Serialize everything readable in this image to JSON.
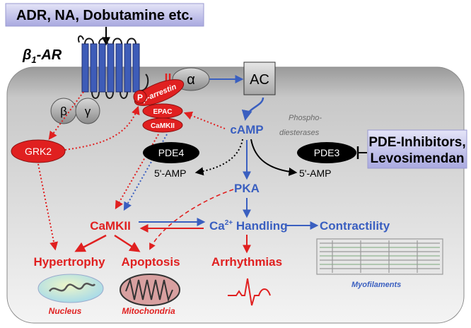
{
  "header": {
    "agonists": "ADR, NA, Dobutamine etc."
  },
  "receptor": {
    "beta": "β",
    "sub": "1",
    "suffix": "-AR"
  },
  "g_protein": {
    "alpha": "α",
    "beta": "β",
    "gamma": "γ"
  },
  "ac": "AC",
  "membrane_complex": {
    "beta_arrestin": "β-arrestin",
    "p": "P",
    "epac": "EPAC",
    "camkii": "CaMKII"
  },
  "grk2": "GRK2",
  "camp": "cAMP",
  "pde": {
    "phospho_line1": "Phospho-",
    "phospho_line2": "diesterases",
    "pde4": "PDE4",
    "pde3": "PDE3",
    "amp_left": "5'-AMP",
    "amp_right": "5'-AMP"
  },
  "inhibitors": {
    "line1": "PDE-Inhibitors,",
    "line2": "Levosimendan"
  },
  "pka": "PKA",
  "camkii": "CaMKII",
  "ca_handling": {
    "ca": "Ca",
    "sup": "2+",
    "rest": " Handling"
  },
  "contractility": "Contractility",
  "outcomes": {
    "hypertrophy": "Hypertrophy",
    "apoptosis": "Apoptosis",
    "arrhythmias": "Arrhythmias"
  },
  "organelles": {
    "nucleus": "Nucleus",
    "mitochondria": "Mitochondria",
    "myofilaments": "Myofilaments"
  },
  "colors": {
    "red": "#e02020",
    "blue": "#3a5fc0",
    "box": "#c9c9ec",
    "cell": "#c4c4c4"
  }
}
